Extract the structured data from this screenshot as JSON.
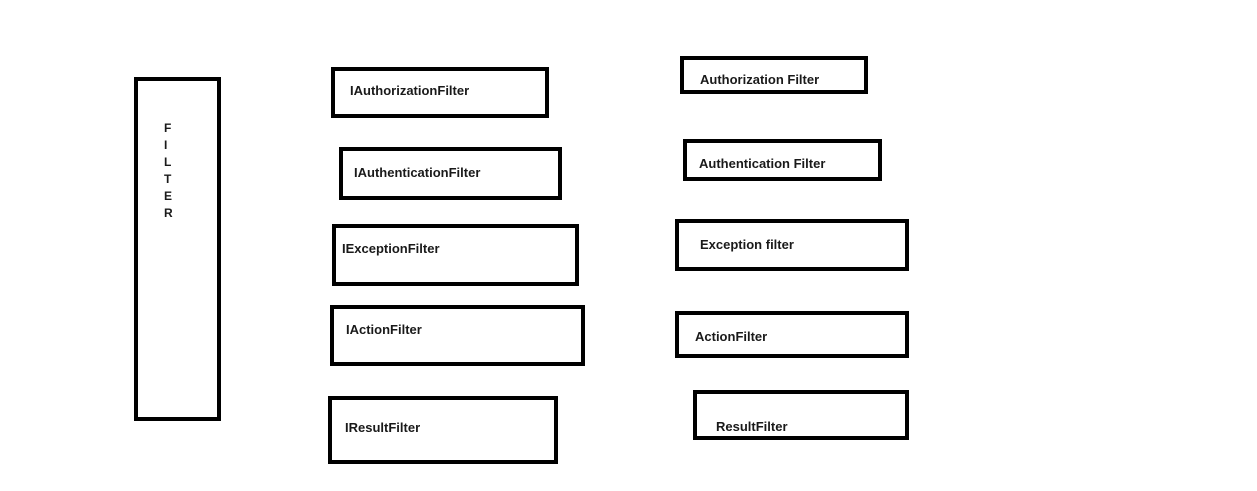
{
  "filter_box": {
    "letters": [
      "F",
      "I",
      "L",
      "T",
      "E",
      "R"
    ]
  },
  "interfaces": [
    {
      "label": "IAuthorizationFilter"
    },
    {
      "label": "IAuthenticationFilter"
    },
    {
      "label": "IExceptionFilter"
    },
    {
      "label": "IActionFilter"
    },
    {
      "label": "IResultFilter"
    }
  ],
  "implementations": [
    {
      "label": "Authorization Filter"
    },
    {
      "label": "Authentication Filter"
    },
    {
      "label": "Exception filter"
    },
    {
      "label": "ActionFilter"
    },
    {
      "label": "ResultFilter"
    }
  ],
  "colors": {
    "border": "#000000",
    "text": "#1a1a1a",
    "background": "#ffffff"
  }
}
